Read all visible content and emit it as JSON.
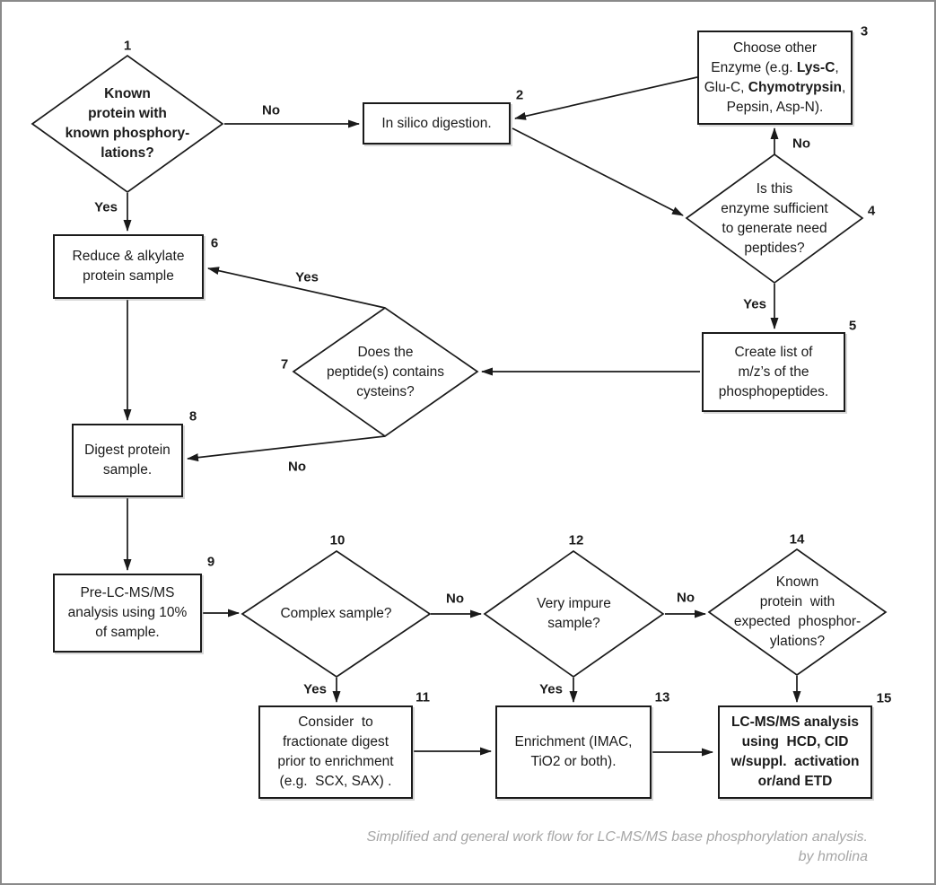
{
  "colors": {
    "line": "#1a1a1a",
    "frame_border": "#8a8a8a",
    "caption_text": "#a6a6a6",
    "background": "#ffffff"
  },
  "nodes": {
    "n1": {
      "number": "1",
      "lines": [
        "Known",
        "protein with",
        "known phosphory-",
        "lations?"
      ]
    },
    "n2": {
      "number": "2",
      "lines": [
        "In silico digestion."
      ]
    },
    "n3": {
      "number": "3",
      "segments": [
        {
          "t": "Choose other",
          "br": true
        },
        {
          "t": "Enzyme (e.g. "
        },
        {
          "t": "Lys-C",
          "b": true
        },
        {
          "t": ",",
          "br": true
        },
        {
          "t": "Glu-C, "
        },
        {
          "t": "Chymotrypsin",
          "b": true
        },
        {
          "t": ",",
          "br": true
        },
        {
          "t": "Pepsin, Asp-N)."
        }
      ]
    },
    "n4": {
      "number": "4",
      "lines": [
        "Is this",
        "enzyme sufficient",
        "to generate need",
        "peptides?"
      ]
    },
    "n5": {
      "number": "5",
      "lines": [
        "Create list of",
        "m/z’s of the",
        "phosphopeptides."
      ]
    },
    "n6": {
      "number": "6",
      "lines": [
        "Reduce & alkylate",
        "protein sample"
      ]
    },
    "n7": {
      "number": "7",
      "lines": [
        "Does the",
        "peptide(s) contains",
        "cysteins?"
      ]
    },
    "n8": {
      "number": "8",
      "lines": [
        "Digest protein",
        "sample."
      ]
    },
    "n9": {
      "number": "9",
      "lines": [
        "Pre-LC-MS/MS",
        "analysis using 10%",
        "of sample."
      ]
    },
    "n10": {
      "number": "10",
      "lines": [
        "Complex sample?"
      ]
    },
    "n11": {
      "number": "11",
      "lines": [
        "Consider  to",
        "fractionate digest",
        "prior to enrichment",
        "(e.g.  SCX, SAX) ."
      ]
    },
    "n12": {
      "number": "12",
      "lines": [
        "Very impure",
        "sample?"
      ]
    },
    "n13": {
      "number": "13",
      "lines": [
        "Enrichment (IMAC,",
        "TiO2 or both)."
      ]
    },
    "n14": {
      "number": "14",
      "lines": [
        "Known",
        "protein  with",
        "expected  phosphor-",
        "ylations?"
      ]
    },
    "n15": {
      "number": "15",
      "lines": [
        "LC-MS/MS analysis",
        "using  HCD, CID",
        "w/suppl.  activation",
        "or/and ETD"
      ]
    }
  },
  "edge_labels": {
    "no_1_2": "No",
    "yes_1_6": "Yes",
    "no_4_3": "No",
    "yes_4_5": "Yes",
    "yes_7_6": "Yes",
    "no_7_8": "No",
    "no_10_12": "No",
    "yes_10_11": "Yes",
    "no_12_14": "No",
    "yes_12_13": "Yes"
  },
  "caption": {
    "line1": "Simplified and general work flow for LC-MS/MS base phosphorylation analysis.",
    "line2": "by hmolina"
  }
}
